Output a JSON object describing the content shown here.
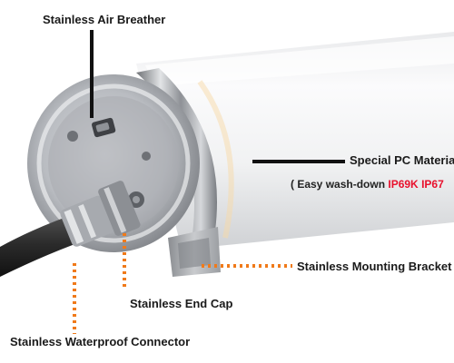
{
  "callouts": {
    "air_breather": "Stainless Air Breather",
    "pc_material": "Special PC Material",
    "wash_prefix": "( Easy wash-down ",
    "rating_ip69k": "IP69K",
    "rating_ip67": "IP67",
    "mounting_bracket": "Stainless Mounting Bracket",
    "end_cap": "Stainless End Cap",
    "waterproof_connector": "Stainless Waterproof Connector"
  },
  "colors": {
    "accent_red": "#e8112d",
    "dotted_orange": "#f07a1a",
    "leader_black": "#111111"
  }
}
